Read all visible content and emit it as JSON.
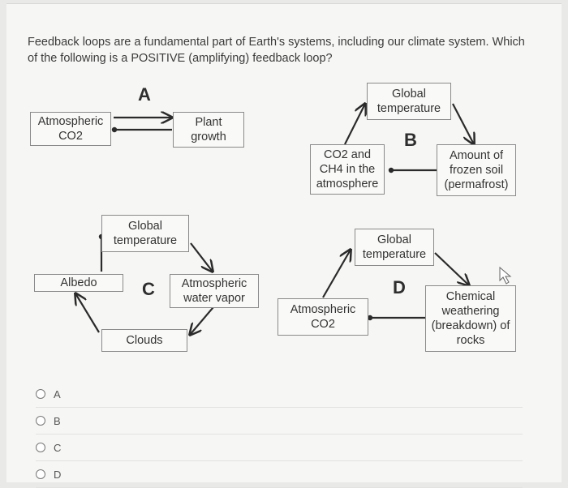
{
  "question": {
    "text": "Feedback loops are a fundamental part of Earth's systems, including our climate system. Which of the following is a POSITIVE (amplifying) feedback loop?"
  },
  "diagram": {
    "A": {
      "letter": "A",
      "box1": "Atmospheric\nCO2",
      "box2": "Plant\ngrowth"
    },
    "B": {
      "letter": "B",
      "top": "Global\ntemperature",
      "left": "CO2 and\nCH4 in the\natmosphere",
      "right": "Amount of\nfrozen soil\n(permafrost)"
    },
    "C": {
      "letter": "C",
      "top": "Global\ntemperature",
      "left": "Albedo",
      "right": "Atmospheric\nwater vapor",
      "bottom": "Clouds"
    },
    "D": {
      "letter": "D",
      "top": "Global\ntemperature",
      "left": "Atmospheric\nCO2",
      "right": "Chemical\nweathering\n(breakdown) of\nrocks"
    }
  },
  "options": [
    "A",
    "B",
    "C",
    "D"
  ],
  "colors": {
    "arrow": "#2a2a2a",
    "box_border": "#8a8a8a"
  }
}
